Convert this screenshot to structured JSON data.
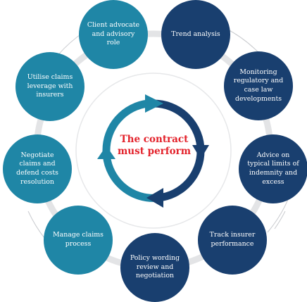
{
  "center": {
    "title": "The contract must perform"
  },
  "nodes": [
    {
      "label": "Client advocate and advisory role"
    },
    {
      "label": "Trend analysis"
    },
    {
      "label": "Monitoring regulatory and case law developments"
    },
    {
      "label": "Advice on typical limits of indemnity and excess"
    },
    {
      "label": "Track insurer performance"
    },
    {
      "label": "Policy wording review and negotiation"
    },
    {
      "label": "Manage claims process"
    },
    {
      "label": "Negotiate claims and defend costs resolution"
    },
    {
      "label": "Utilise claims leverage with insurers"
    }
  ],
  "colors": {
    "teal": "#1f86a6",
    "navy": "#193f6f",
    "ring": "#e3e4e6",
    "title": "#e3222b"
  }
}
